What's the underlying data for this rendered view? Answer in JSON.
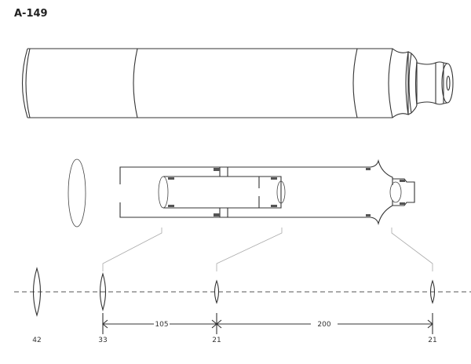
{
  "title": "A-149",
  "lenses": [
    {
      "label": "42"
    },
    {
      "label": "33"
    },
    {
      "label": "21"
    },
    {
      "label": "21"
    }
  ],
  "dimensions": [
    {
      "label": "105"
    },
    {
      "label": "200"
    }
  ]
}
